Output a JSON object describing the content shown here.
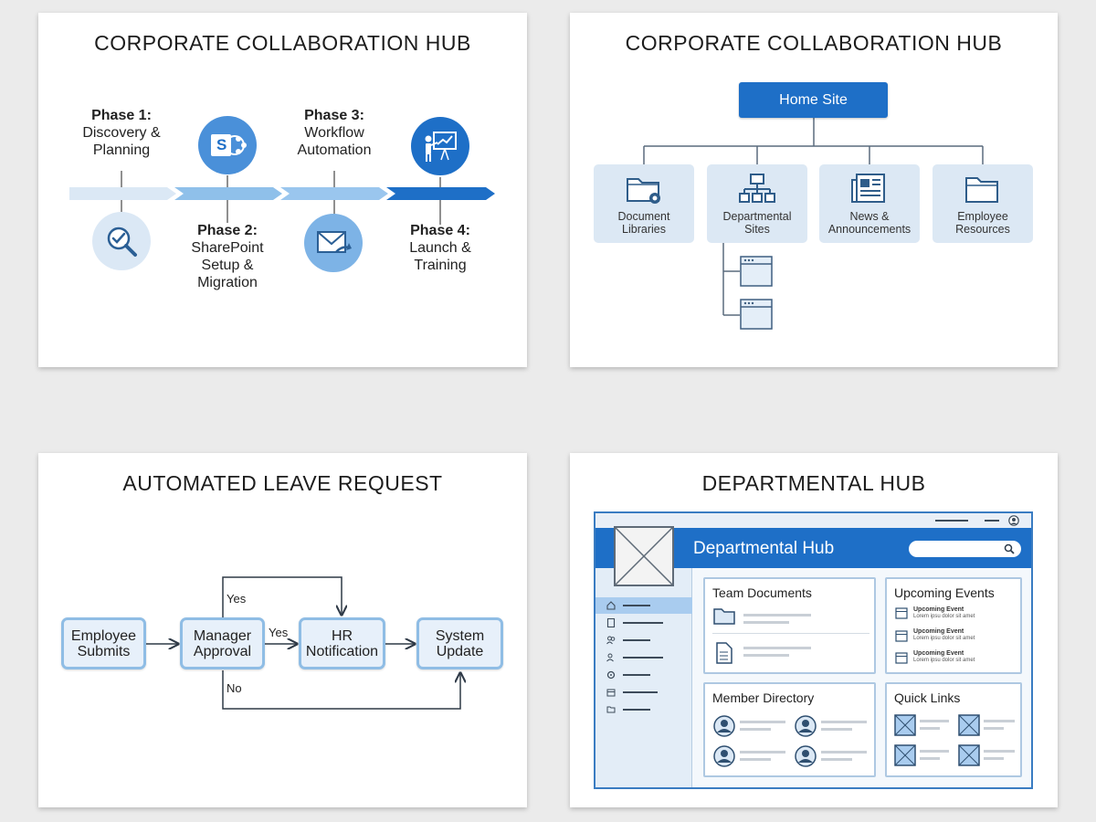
{
  "slides": {
    "roadmap": {
      "title": "CORPORATE COLLABORATION HUB",
      "phases": [
        {
          "label": "Phase 1:",
          "desc_line1": "Discovery &",
          "desc_line2": "Planning",
          "desc_line3": "",
          "icon": "magnifier-check-icon"
        },
        {
          "label": "Phase 2:",
          "desc_line1": "SharePoint",
          "desc_line2": "Setup &",
          "desc_line3": "Migration",
          "icon": "sharepoint-icon"
        },
        {
          "label": "Phase 3:",
          "desc_line1": "Workflow",
          "desc_line2": "Automation",
          "desc_line3": "",
          "icon": "envelope-arrow-icon"
        },
        {
          "label": "Phase 4:",
          "desc_line1": "Launch &",
          "desc_line2": "Training",
          "desc_line3": "",
          "icon": "presenter-icon"
        }
      ],
      "sharepoint_letter": "S",
      "colors": {
        "stage1": "#dbe8f5",
        "stage2": "#8fc0ea",
        "stage3": "#9ac6ee",
        "stage4": "#1e6fc7"
      }
    },
    "site_map": {
      "title": "CORPORATE COLLABORATION HUB",
      "root": "Home Site",
      "children": [
        {
          "line1": "Document",
          "line2": "Libraries",
          "icon": "folder-gear-icon"
        },
        {
          "line1": "Departmental",
          "line2": "Sites",
          "icon": "sitemap-icon"
        },
        {
          "line1": "News &",
          "line2": "Announcements",
          "icon": "newspaper-icon"
        },
        {
          "line1": "Employee",
          "line2": "Resources",
          "icon": "folder-icon"
        }
      ],
      "colors": {
        "root": "#1e6fc7",
        "tile": "#dce8f4"
      }
    },
    "leave_flow": {
      "title": "AUTOMATED LEAVE REQUEST",
      "nodes": [
        {
          "line1": "Employee",
          "line2": "Submits"
        },
        {
          "line1": "Manager",
          "line2": "Approval"
        },
        {
          "line1": "HR",
          "line2": "Notification"
        },
        {
          "line1": "System",
          "line2": "Update"
        }
      ],
      "edge_labels": {
        "yes_top": "Yes",
        "yes_mid": "Yes",
        "no": "No"
      }
    },
    "dept_hub": {
      "title": "DEPARTMENTAL HUB",
      "header_title": "Departmental Hub",
      "cards": {
        "team_documents": "Team Documents",
        "upcoming_events": "Upcoming Events",
        "member_directory": "Member Directory",
        "quick_links": "Quick Links"
      },
      "events": [
        {
          "title": "Upcoming Event",
          "sub": "Lorem ipsu dolor sit amet"
        },
        {
          "title": "Upcoming Event",
          "sub": "Lorem ipsu dolor sit amet"
        },
        {
          "title": "Upcoming Event",
          "sub": "Lorem ipsu dolor sit amet"
        }
      ],
      "sidebar_icons": [
        "home-icon",
        "document-icon",
        "people-icon",
        "user-edit-icon",
        "settings-icon",
        "calendar-icon",
        "folder-icon"
      ],
      "colors": {
        "header": "#1e6fc7",
        "active_nav": "#a9ccef"
      }
    }
  }
}
